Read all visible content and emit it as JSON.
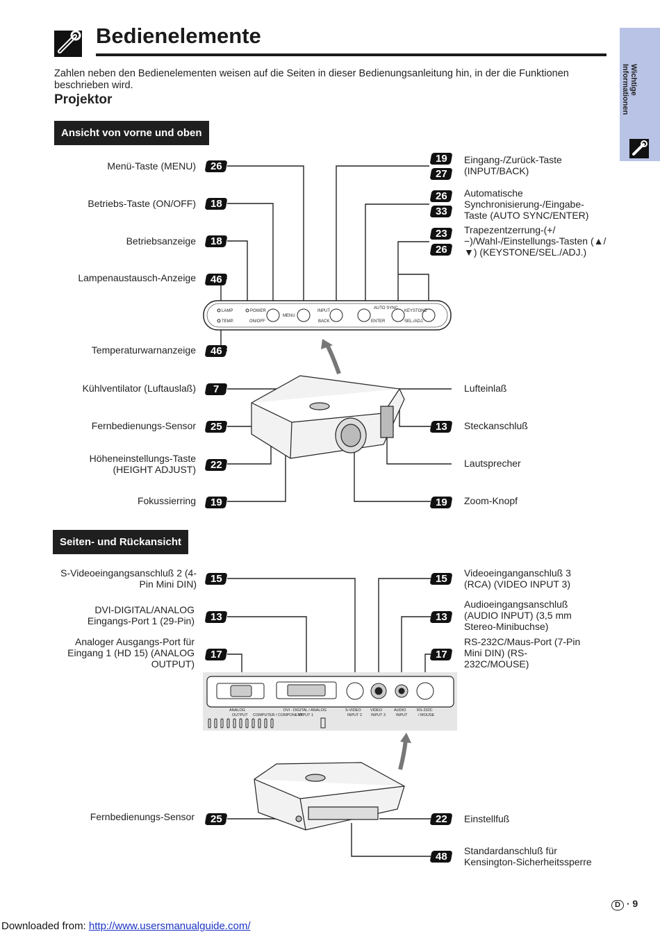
{
  "header": {
    "title": "Bedienelemente",
    "intro": "Zahlen neben den Bedienelementen weisen auf die Seiten in dieser Bedienungsanleitung hin, in der die Funktionen beschrieben wird.",
    "subtitle": "Projektor"
  },
  "side_tab": {
    "line1": "Wichtige",
    "line2": "Informationen"
  },
  "sections": {
    "front": "Ansicht von vorne und oben",
    "rear": "Seiten- und Rückansicht"
  },
  "front_left": [
    {
      "label": "Menü-Taste (MENU)",
      "page": "26"
    },
    {
      "label": "Betriebs-Taste (ON/OFF)",
      "page": "18"
    },
    {
      "label": "Betriebsanzeige",
      "page": "18"
    },
    {
      "label": "Lampenaustausch-Anzeige",
      "page": "46"
    },
    {
      "label": "Temperaturwarnanzeige",
      "page": "46"
    },
    {
      "label": "Kühlventilator (Luftauslaß)",
      "page": "7"
    },
    {
      "label": "Fernbedienungs-Sensor",
      "page": "25"
    },
    {
      "label": "Höheneinstellungs-Taste (HEIGHT ADJUST)",
      "page": "22"
    },
    {
      "label": "Fokussierring",
      "page": "19"
    }
  ],
  "front_right": [
    {
      "label": "Eingang-/Zurück-Taste (INPUT/BACK)",
      "page1": "19",
      "page2": "27"
    },
    {
      "label": "Automatische Synchronisierung-/Eingabe-Taste (AUTO SYNC/ENTER)",
      "page1": "26",
      "page2": "33"
    },
    {
      "label": "Trapezentzerrung-(+/−)/Wahl-/Einstellungs-Tasten (▲/▼) (KEYSTONE/SEL./ADJ.)",
      "page1": "23",
      "page2": "26"
    },
    {
      "label": "Lufteinlaß",
      "page": ""
    },
    {
      "label": "Steckanschluß",
      "page": "13"
    },
    {
      "label": "Lautsprecher",
      "page": ""
    },
    {
      "label": "Zoom-Knopf",
      "page": "19"
    }
  ],
  "panel": {
    "lamp": "LAMP",
    "temp": "TEMP.",
    "power": "POWER",
    "onoff": "ON/OFF",
    "menu": "MENU",
    "input": "INPUT",
    "back": "BACK",
    "auto_sync": "AUTO SYNC",
    "enter": "ENTER",
    "keystone": "KEYSTONE",
    "sel_adj": "SEL./ADJ."
  },
  "rear_left": [
    {
      "label": "S-Videoeingangsanschluß 2 (4-Pin Mini DIN)",
      "page": "15"
    },
    {
      "label": "DVI-DIGITAL/ANALOG Eingangs-Port 1 (29-Pin)",
      "page": "13"
    },
    {
      "label": "Analoger Ausgangs-Port für Eingang 1 (HD 15) (ANALOG OUTPUT)",
      "page": "17"
    },
    {
      "label": "Fernbedienungs-Sensor",
      "page": "25"
    }
  ],
  "rear_right": [
    {
      "label": "Videoeinganganschluß 3 (RCA) (VIDEO INPUT 3)",
      "page": "15"
    },
    {
      "label": "Audioeingangsanschluß (AUDIO INPUT) (3,5 mm Stereo-Minibuchse)",
      "page": "13"
    },
    {
      "label": "RS-232C/Maus-Port (7-Pin Mini DIN) (RS-232C/MOUSE)",
      "page": "17"
    },
    {
      "label": "Einstellfuß",
      "page": "22"
    },
    {
      "label": "Standardanschluß für Kensington-Sicherheitssperre",
      "page": "48"
    }
  ],
  "rear_panel": {
    "analog": "ANALOG",
    "output": "OUTPUT",
    "computer_component": "COMPUTER / COMPONENT",
    "dvi": "DVI - DIGITAL / ANALOG",
    "input1": "INPUT 1",
    "svideo": "S-VIDEO",
    "input2": "INPUT 2",
    "video": "VIDEO",
    "input3": "INPUT 3",
    "audio": "AUDIO",
    "input": "INPUT",
    "rs232c": "RS-232C",
    "mouse": "/ MOUSE"
  },
  "footer": {
    "page_prefix": "D",
    "page_number": "9",
    "downloaded": "Downloaded from:",
    "url": "http://www.usersmanualguide.com/"
  }
}
